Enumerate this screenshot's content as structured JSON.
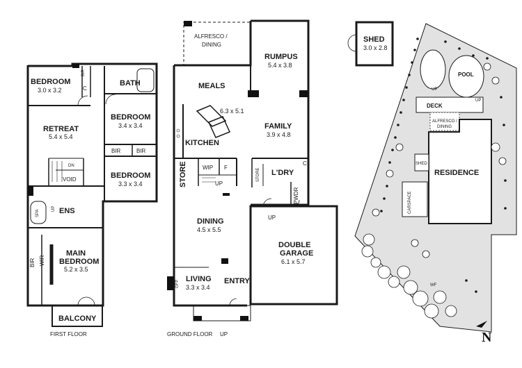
{
  "first_floor": {
    "caption": "FIRST FLOOR",
    "rooms": {
      "bedroom2": {
        "name": "BEDROOM",
        "dims": "3.0 x 3.2"
      },
      "bath": {
        "name": "BATH"
      },
      "bedroom3": {
        "name": "BEDROOM",
        "dims": "3.4 x 3.4"
      },
      "retreat": {
        "name": "RETREAT",
        "dims": "5.4 x 5.4"
      },
      "bedroom4": {
        "name": "BEDROOM",
        "dims": "3.3 x 3.4"
      },
      "main_bedroom": {
        "name": "MAIN\nBEDROOM",
        "line1": "MAIN",
        "line2": "BEDROOM",
        "dims": "5.2 x 3.5"
      },
      "balcony": {
        "name": "BALCONY"
      },
      "ens": {
        "name": "ENS"
      },
      "void": {
        "name": "VOID"
      }
    },
    "labels": {
      "bir_a": "BIR",
      "c": "C",
      "bir_b": "BIR",
      "bir_c": "BIR",
      "dn": "DN",
      "spa": "SPA",
      "up": "UP",
      "bir_d": "BIR",
      "wir": "WIR"
    }
  },
  "ground_floor": {
    "caption": "GROUND FLOOR",
    "caption_up": "UP",
    "rooms": {
      "alfresco": {
        "line1": "ALFRESCO /",
        "line2": "DINING"
      },
      "rumpus": {
        "name": "RUMPUS",
        "dims": "5.4 x 3.8"
      },
      "meals": {
        "name": "MEALS"
      },
      "kitchen": {
        "name": "KITCHEN",
        "dims": "6.3 x 5.1"
      },
      "family": {
        "name": "FAMILY",
        "dims": "3.9 x 4.8"
      },
      "wip": {
        "name": "WIP"
      },
      "f": {
        "name": "F"
      },
      "store": {
        "name": "STORE"
      },
      "ldry": {
        "name": "L'DRY"
      },
      "pwdr": {
        "name": "PWDR"
      },
      "dining": {
        "name": "DINING",
        "dims": "4.5 x 5.5"
      },
      "garage": {
        "line1": "DOUBLE",
        "line2": "GARAGE",
        "dims": "6.1 x 5.7"
      },
      "living": {
        "name": "LIVING",
        "dims": "3.3 x 3.4"
      },
      "entry": {
        "name": "ENTRY"
      }
    },
    "labels": {
      "up_stair": "UP",
      "store_small": "STORE",
      "c": "C",
      "up_garage": "UP",
      "gfp": "GFP"
    }
  },
  "shed": {
    "name": "SHED",
    "dims": "3.0 x 2.8"
  },
  "site": {
    "pool": "POOL",
    "deck": "DECK",
    "alfresco_line1": "ALFRESCO /",
    "alfresco_line2": "DINING",
    "shed": "SHED",
    "residence": "RESIDENCE",
    "carspace": "CARSPACE",
    "wf": "WF",
    "up_a": "UP",
    "up_b": "UP"
  },
  "north": {
    "label": "N"
  }
}
